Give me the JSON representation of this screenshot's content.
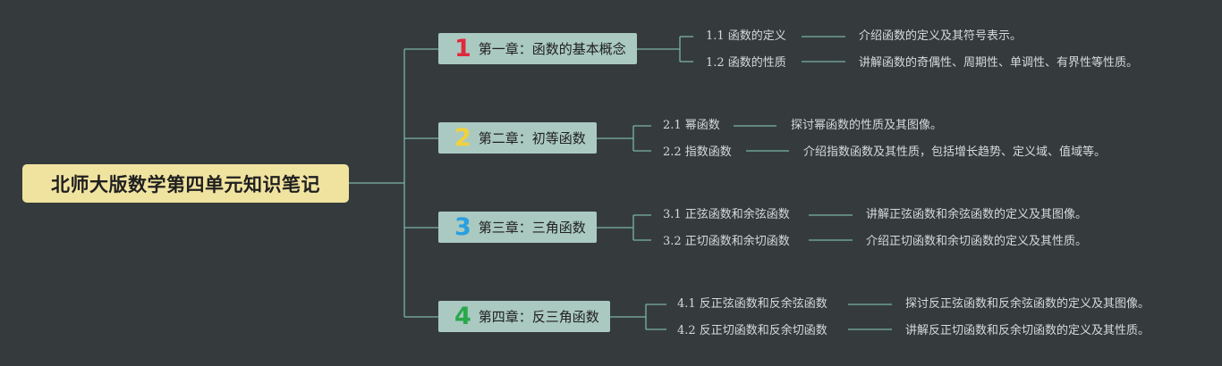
{
  "root": {
    "title": "北师大版数学第四单元知识笔记"
  },
  "colors": {
    "background": "#353b3d",
    "line": "#7bb3a6",
    "root_fill": "#f0e3a0",
    "chapter_fill": "#aac9c1",
    "text_light": "#d6d9d9",
    "num_1": "#e0283c",
    "num_2": "#f2d13b",
    "num_3": "#2a9fe0",
    "num_4": "#2aa84a"
  },
  "chapters": [
    {
      "number": "1",
      "label": "第一章：函数的基本概念",
      "sections": [
        {
          "title": "1.1 函数的定义",
          "desc": "介绍函数的定义及其符号表示。"
        },
        {
          "title": "1.2 函数的性质",
          "desc": "讲解函数的奇偶性、周期性、单调性、有界性等性质。"
        }
      ]
    },
    {
      "number": "2",
      "label": "第二章：初等函数",
      "sections": [
        {
          "title": "2.1 幂函数",
          "desc": "探讨幂函数的性质及其图像。"
        },
        {
          "title": "2.2 指数函数",
          "desc": "介绍指数函数及其性质，包括增长趋势、定义域、值域等。"
        }
      ]
    },
    {
      "number": "3",
      "label": "第三章：三角函数",
      "sections": [
        {
          "title": "3.1 正弦函数和余弦函数",
          "desc": "讲解正弦函数和余弦函数的定义及其图像。"
        },
        {
          "title": "3.2 正切函数和余切函数",
          "desc": "介绍正切函数和余切函数的定义及其性质。"
        }
      ]
    },
    {
      "number": "4",
      "label": "第四章：反三角函数",
      "sections": [
        {
          "title": "4.1 反正弦函数和反余弦函数",
          "desc": "探讨反正弦函数和反余弦函数的定义及其图像。"
        },
        {
          "title": "4.2 反正切函数和反余切函数",
          "desc": "讲解反正切函数和反余切函数的定义及其性质。"
        }
      ]
    }
  ]
}
